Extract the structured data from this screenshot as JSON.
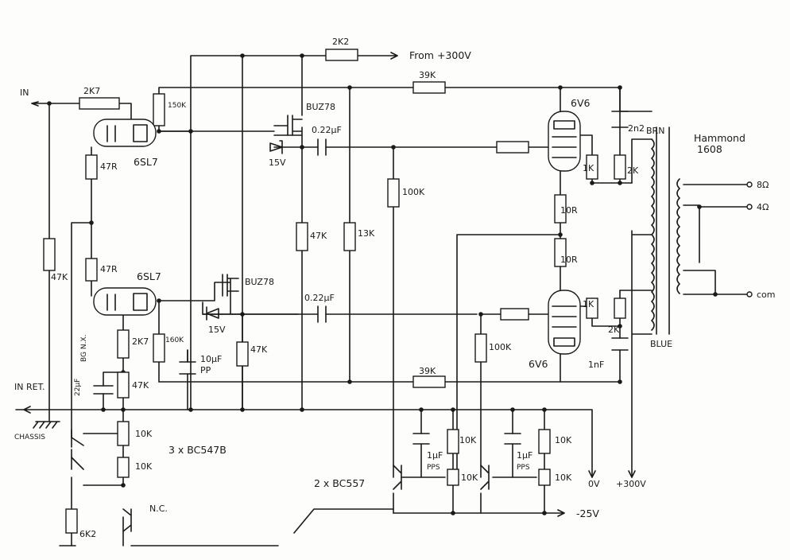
{
  "labels": {
    "in": "IN",
    "in_ret": "IN RET.",
    "chassis": "CHASSIS",
    "from_300v": "From +300V",
    "r_2k2_top": "2K2",
    "r_39k_top": "39K",
    "r_39k_bottom": "39K",
    "r_2k7_in": "2K7",
    "r_150k": "150K",
    "r_47r_top": "47R",
    "r_47r_bottom": "47R",
    "r_47k_side": "47K",
    "tube_6sl7_top": "6SL7",
    "tube_6sl7_bottom": "6SL7",
    "mosfet_top": "BUZ78",
    "mosfet_bottom": "BUZ78",
    "zener_top": "15V",
    "zener_bottom": "15V",
    "cap_top": "0.22µF",
    "cap_bottom": "0.22µF",
    "r_47k_mid": "47K",
    "r_13k": "13K",
    "r_100k_top": "100K",
    "r_100k_bottom": "100K",
    "r_160k": "160K",
    "cap_10uf": "10µF",
    "cap_10uf_type": "PP",
    "r_47k_right": "47K",
    "r_2k7_cathode": "2K7",
    "r_47k_cathode": "47K",
    "cap_22uf": "22µF",
    "cap_22uf_note": "BG N.X.",
    "tube_6v6_top": "6V6",
    "tube_6v6_bottom": "6V6",
    "cap_2n2": "2n2",
    "r_1k_top": "1K",
    "r_2k_top": "2K",
    "r_1k_bottom": "1K",
    "r_2k_bottom": "2K",
    "cap_1nf": "1nF",
    "r_10r_top": "10R",
    "r_10r_bottom": "10R",
    "brn": "BRN",
    "blue": "BLUE",
    "hammond": "Hammond",
    "hammond_model": "1608",
    "out_8": "8Ω",
    "out_4": "4Ω",
    "out_com": "com",
    "r_10k_a": "10K",
    "r_10k_b": "10K",
    "r_10k_c": "10K",
    "r_10k_d": "10K",
    "r_10k_e": "10K",
    "r_10k_f": "10K",
    "bc547_note": "3 x BC547B",
    "bc557_note": "2 x BC557",
    "cap_1uf_a": "1µF",
    "cap_1uf_a_type": "PPS",
    "cap_1uf_b": "1µF",
    "cap_1uf_b_type": "PPS",
    "rail_0v": "0V",
    "rail_300v": "+300V",
    "rail_m25v": "-25V",
    "r_6k2": "6K2",
    "nc": "N.C."
  }
}
